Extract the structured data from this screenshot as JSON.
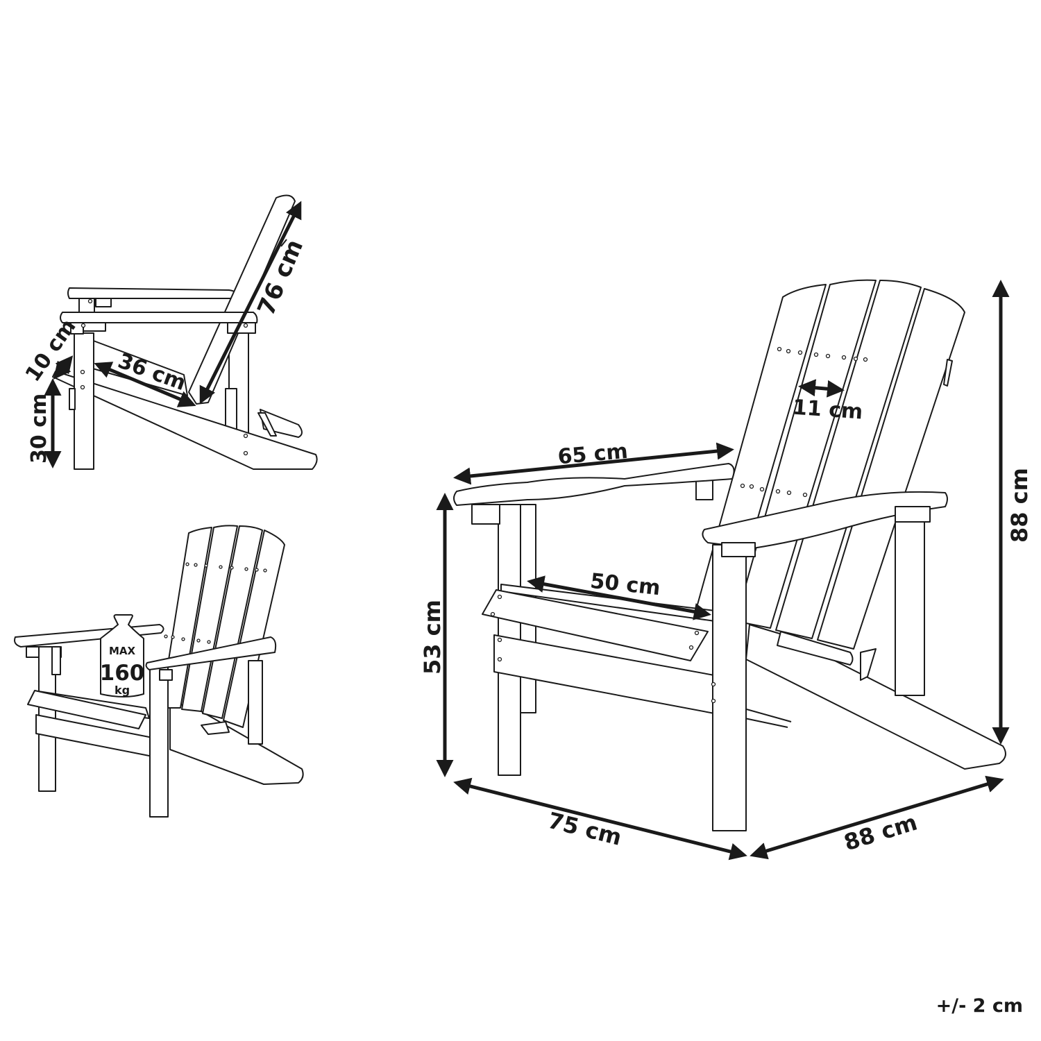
{
  "figure": {
    "type": "product dimension diagram",
    "subject": "Adirondack chair",
    "colors": {
      "line": "#1a1a1a",
      "background": "#ffffff"
    }
  },
  "views": {
    "side": {
      "dimensions": {
        "backrest_length": "76 cm",
        "seat_depth": "36 cm",
        "front_edge": "10 cm",
        "seat_front_height": "30 cm"
      }
    },
    "load": {
      "weight_badge": {
        "line1": "MAX",
        "line2": "160",
        "line3": "kg"
      }
    },
    "main": {
      "dimensions": {
        "armrest_length": "65 cm",
        "slat_width": "11 cm",
        "seat_width": "50 cm",
        "arm_height": "53 cm",
        "total_height": "88 cm",
        "width": "75 cm",
        "depth": "88 cm"
      }
    }
  },
  "tolerance": "+/- 2 cm"
}
